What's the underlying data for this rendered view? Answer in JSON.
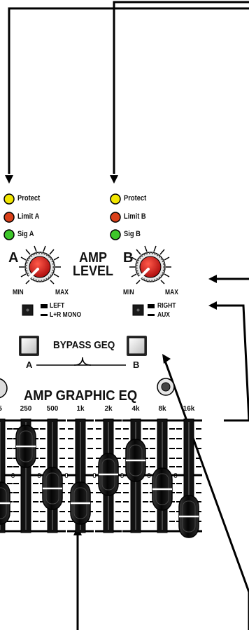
{
  "channel_a": {
    "protect_label": "Protect",
    "limit_label": "Limit A",
    "sig_label": "Sig A",
    "knob_letter": "A",
    "min_label": "MIN",
    "max_label": "MAX",
    "switch_top_label": "LEFT",
    "switch_bottom_label": "L+R MONO"
  },
  "channel_b": {
    "protect_label": "Protect",
    "limit_label": "Limit B",
    "sig_label": "Sig B",
    "knob_letter": "B",
    "min_label": "MIN",
    "max_label": "MAX",
    "switch_top_label": "RIGHT",
    "switch_bottom_label": "AUX"
  },
  "amp_level": {
    "line1": "AMP",
    "line2": "LEVEL"
  },
  "bypass": {
    "label": "BYPASS GEQ",
    "a_label": "A",
    "b_label": "B"
  },
  "eq": {
    "title": "AMP GRAPHIC EQ",
    "bands": [
      "5",
      "250",
      "500",
      "1k",
      "2k",
      "4k",
      "8k",
      "16k"
    ],
    "center_mark": "0"
  },
  "colors": {
    "protect_led": "#f2e600",
    "limit_led": "#d9401a",
    "sig_led": "#3ec72a",
    "knob": "#d42020",
    "ink": "#000000"
  }
}
